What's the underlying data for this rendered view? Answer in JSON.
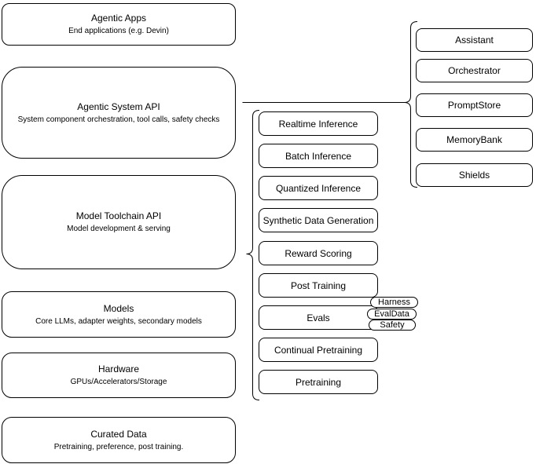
{
  "left_stack": [
    {
      "title": "Agentic Apps",
      "subtitle": "End applications (e.g. Devin)"
    },
    {
      "title": "Agentic System API",
      "subtitle": "System component orchestration, tool calls, safety checks"
    },
    {
      "title": "Model Toolchain API",
      "subtitle": "Model development & serving"
    },
    {
      "title": "Models",
      "subtitle": "Core LLMs, adapter weights, secondary models"
    },
    {
      "title": "Hardware",
      "subtitle": "GPUs/Accelerators/Storage"
    },
    {
      "title": "Curated Data",
      "subtitle": "Pretraining, preference, post training."
    }
  ],
  "toolchain": {
    "items": [
      "Realtime Inference",
      "Batch Inference",
      "Quantized Inference",
      "Synthetic Data Generation",
      "Reward Scoring",
      "Post Training",
      "Evals",
      "Continual Pretraining",
      "Pretraining"
    ]
  },
  "eval_tags": {
    "items": [
      "Harness",
      "EvalData",
      "Safety"
    ]
  },
  "system_components": {
    "items": [
      "Assistant",
      "Orchestrator",
      "PromptStore",
      "MemoryBank",
      "Shields"
    ]
  },
  "colors": {
    "border": "#000000",
    "background": "#ffffff",
    "text": "#000000"
  }
}
